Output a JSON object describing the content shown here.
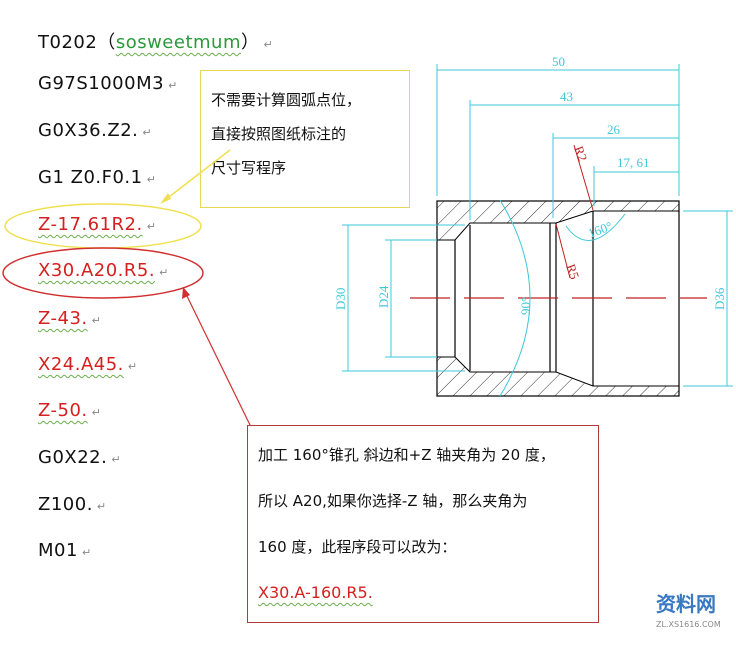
{
  "program": [
    {
      "text": "T0202（",
      "extra": "sosweetmum",
      "end": "）",
      "color": "black"
    },
    {
      "text": "G97S1000M3",
      "color": "black"
    },
    {
      "text": "G0X36.Z2.",
      "color": "black"
    },
    {
      "text": "G1 Z0.F0.1",
      "color": "black"
    },
    {
      "text": "Z-17.61R2.",
      "color": "red"
    },
    {
      "text": "X30.A20.R5.",
      "color": "red"
    },
    {
      "text": "Z-43.",
      "color": "red"
    },
    {
      "text": "X24.A45.",
      "color": "red"
    },
    {
      "text": "Z-50.",
      "color": "red"
    },
    {
      "text": "G0X22.",
      "color": "black"
    },
    {
      "text": "Z100.",
      "color": "black"
    },
    {
      "text": "M01",
      "color": "black"
    }
  ],
  "note_yellow": [
    "不需要计算圆弧点位，",
    "直接按照图纸标注的",
    "尺寸写程序"
  ],
  "note_red": [
    "加工 160°锥孔 斜边和+Z 轴夹角为 20 度，",
    "所以 A20,如果你选择-Z 轴，那么夹角为",
    "160 度，此程序段可以改为：",
    "X30.A-160.R5."
  ],
  "drawing": {
    "dims": {
      "d50": "50",
      "d43": "43",
      "d26": "26",
      "d1761": "17, 61",
      "r2": "R2",
      "r5": "R5",
      "a160": "160°",
      "a90": "90°",
      "d30": "D30",
      "d24": "D24",
      "d36": "D36"
    },
    "colors": {
      "dimension": "#3cc8d8",
      "centerline": "#c02020",
      "outline": "#000000",
      "callout": "#d52020"
    }
  },
  "watermark": {
    "name": "资料网",
    "url": "ZL.XS1616.COM"
  }
}
